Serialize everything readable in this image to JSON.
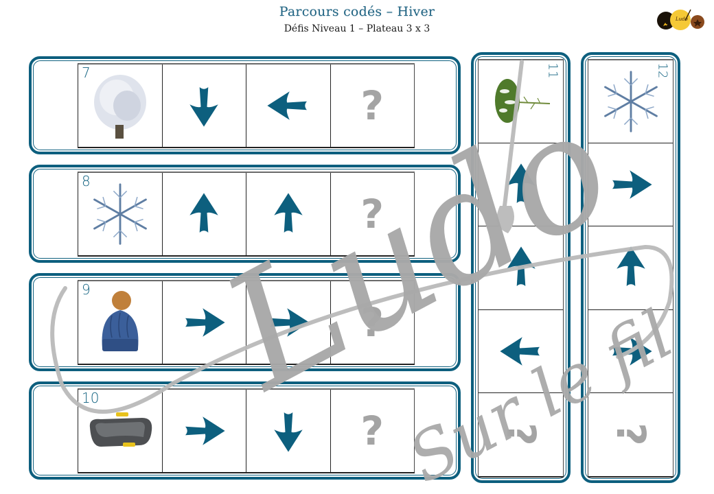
{
  "header": {
    "title": "Parcours codés – Hiver",
    "subtitle": "Défis Niveau 1 – Plateau 3 x 3",
    "logo_text": "Ludo Sur le fil"
  },
  "colors": {
    "accent": "#0d5f7e",
    "question_mark": "#a4a4a4",
    "watermark": "#a9a9a9"
  },
  "horizontal_cards": [
    {
      "number": "7",
      "image": "frosted-tree",
      "arrows": [
        "down",
        "left"
      ],
      "answer": "?"
    },
    {
      "number": "8",
      "image": "snowflake",
      "arrows": [
        "up",
        "up"
      ],
      "answer": "?"
    },
    {
      "number": "9",
      "image": "knit-hat",
      "arrows": [
        "right",
        "right"
      ],
      "answer": "?"
    },
    {
      "number": "10",
      "image": "sled",
      "arrows": [
        "right",
        "down"
      ],
      "answer": "?"
    }
  ],
  "vertical_cards": [
    {
      "number": "11",
      "image": "snowy-fir-branch",
      "arrows": [
        "up",
        "up",
        "left"
      ],
      "answer": "?"
    },
    {
      "number": "12",
      "image": "snowflake",
      "arrows": [
        "right",
        "up",
        "right"
      ],
      "answer": "?"
    }
  ],
  "watermark": {
    "line1": "Ludo",
    "line2": "Sur le fil"
  }
}
